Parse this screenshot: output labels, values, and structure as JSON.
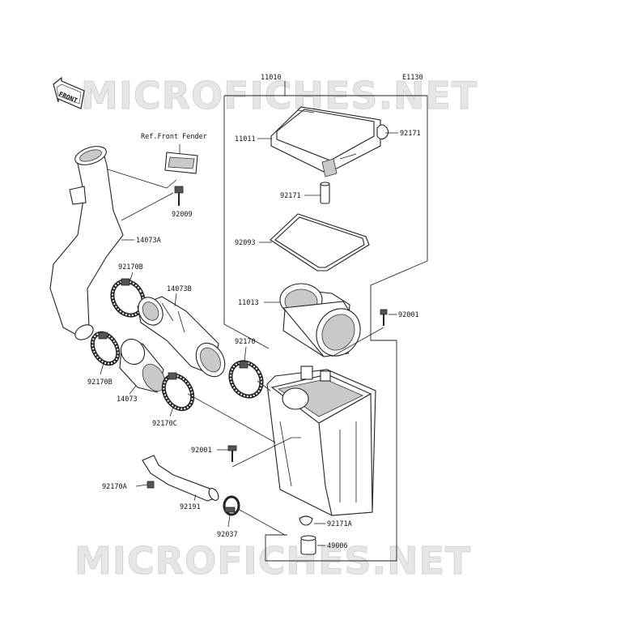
{
  "diagram": {
    "code": "E1130",
    "watermark_top": "MICROFICHES.NET",
    "watermark_bottom": "MICROFICHES.NET",
    "front_label": "FRONT",
    "reference_note": "Ref.Front Fender",
    "labels": {
      "p11010": "11010",
      "p11011": "11011",
      "p92171_top": "92171",
      "p92171_mid": "92171",
      "p92093": "92093",
      "p11013": "11013",
      "p92001_right": "92001",
      "p92009": "92009",
      "p14073A": "14073A",
      "p92170B_top": "92170B",
      "p14073B": "14073B",
      "p92170": "92170",
      "p92170B_bottom": "92170B",
      "p14073": "14073",
      "p92170C": "92170C",
      "p92001_left": "92001",
      "p92170A": "92170A",
      "p92191": "92191",
      "p92037": "92037",
      "p92171A": "92171A",
      "p49006": "49006"
    }
  }
}
